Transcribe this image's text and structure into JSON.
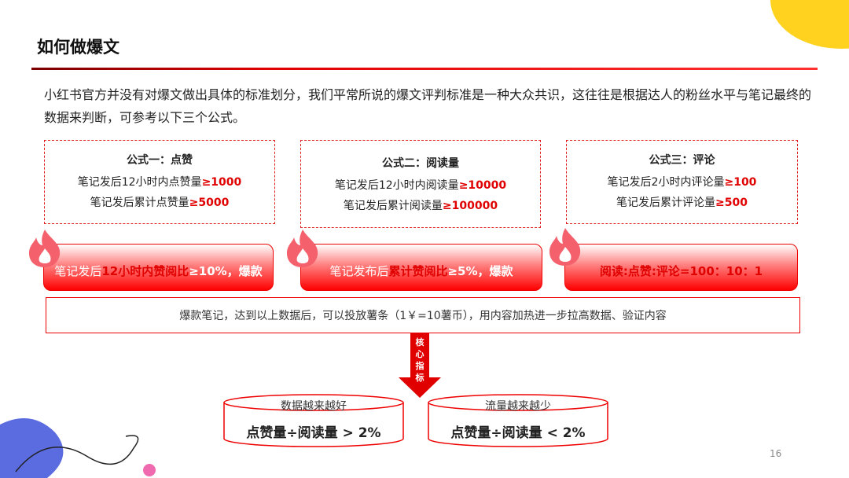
{
  "title": "如何做爆文",
  "intro": "小红书官方并没有对爆文做出具体的标准划分，我们平常所说的爆文评判标准是一种大众共识，这往往是根据达人的粉丝水平与笔记最终的数据来判断，可参考以下三个公式。",
  "formulas": [
    {
      "heading": "公式一：点赞",
      "l1": "笔记发后12小时内点赞量",
      "v1": "≥1000",
      "l2": "笔记发后累计点赞量",
      "v2": "≥5000"
    },
    {
      "heading": "公式二：阅读量",
      "l1": "笔记发后12小时内阅读量",
      "v1": "≥10000",
      "l2": "笔记发后累计阅读量",
      "v2": "≥100000"
    },
    {
      "heading": "公式三：评论",
      "l1": "笔记发后2小时内评论量",
      "v1": "≥100",
      "l2": "笔记发后累计评论量",
      "v2": "≥500"
    }
  ],
  "pills": [
    {
      "pre": "笔记发后",
      "hl": "12小时内赞阅比",
      "post": "≥10%，爆款"
    },
    {
      "pre": "笔记发布后",
      "hl": "累计赞阅比",
      "post": "≥5%，爆款"
    },
    {
      "pre": "",
      "hl": "阅读:点赞:评论",
      "post": "=100：10：1"
    }
  ],
  "bar": "爆款笔记，达到以上数据后，可以投放薯条（1￥=10薯币），用内容加热进一步拉高数据、验证内容",
  "arrow_label": "核心指标",
  "cylinders": [
    {
      "top": "数据越来越好",
      "main": "点赞量÷阅读量 > 2%"
    },
    {
      "top": "流量越来越少",
      "main": "点赞量÷阅读量 < 2%"
    }
  ],
  "page_number": "16",
  "colors": {
    "accent": "#e00000",
    "yellow": "#ffd21f"
  }
}
